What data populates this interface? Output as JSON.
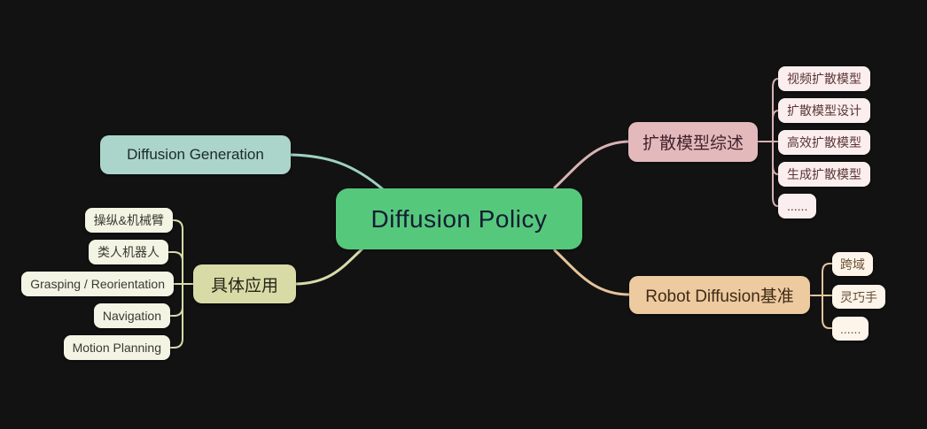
{
  "canvas": {
    "background": "#121212"
  },
  "root": {
    "label": "Diffusion Policy",
    "bg": "#55c87c",
    "fg": "#131c33"
  },
  "branches": [
    {
      "label": "Diffusion Generation",
      "bg": "#abd5ca",
      "fg": "#1e2a27",
      "line": "#9fd0c3",
      "children": []
    },
    {
      "label": "具体应用",
      "bg": "#d9dba7",
      "fg": "#26261a",
      "line": "#d8dbaa",
      "child_bg": "#f3f4e3",
      "child_fg": "#3a3a32",
      "children": [
        {
          "label": "操纵&机械臂"
        },
        {
          "label": "类人机器人"
        },
        {
          "label": "Grasping / Reorientation"
        },
        {
          "label": "Navigation"
        },
        {
          "label": "Motion Planning"
        }
      ]
    },
    {
      "label": "扩散模型综述",
      "bg": "#e3b9bc",
      "fg": "#41232b",
      "line": "#d9b2b4",
      "child_bg": "#faeeee",
      "child_fg": "#5c3434",
      "children": [
        {
          "label": "视频扩散模型"
        },
        {
          "label": "扩散模型设计"
        },
        {
          "label": "高效扩散模型"
        },
        {
          "label": "生成扩散模型"
        },
        {
          "label": "......"
        }
      ]
    },
    {
      "label": "Robot Diffusion基准",
      "bg": "#eecaa0",
      "fg": "#3e2b16",
      "line": "#e5c49c",
      "child_bg": "#fdf4ea",
      "child_fg": "#6a4f35",
      "children": [
        {
          "label": "跨域"
        },
        {
          "label": "灵巧手"
        },
        {
          "label": "......"
        }
      ]
    }
  ]
}
